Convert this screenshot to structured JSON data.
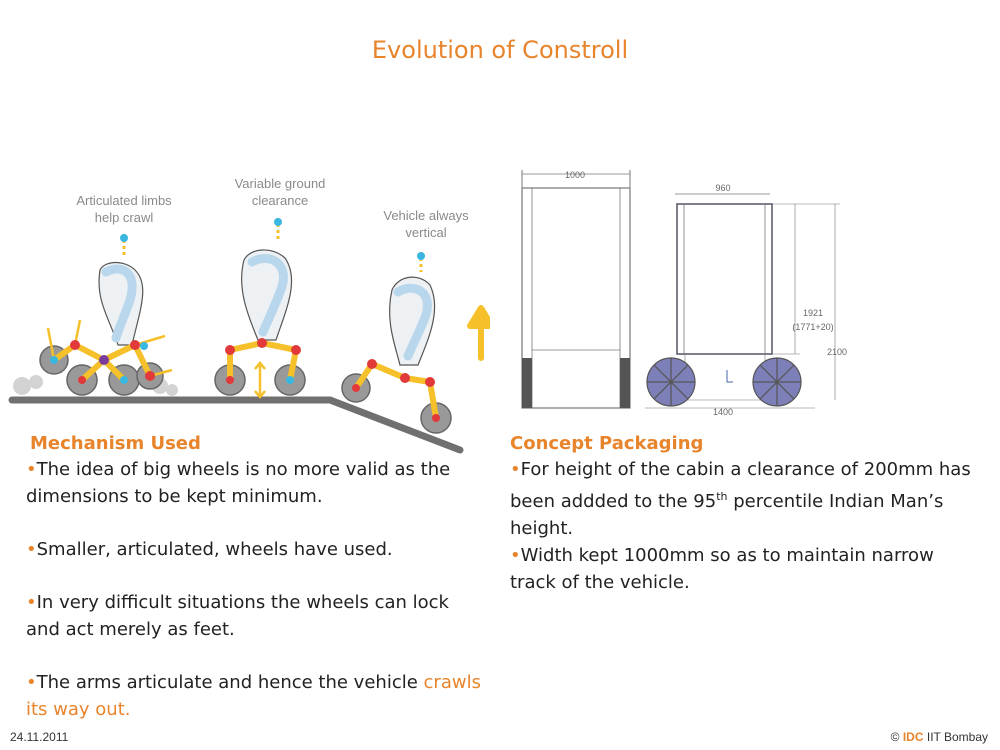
{
  "title": "Evolution of Constroll",
  "illustration": {
    "annotations": [
      {
        "id": "crawl",
        "lines": [
          "Articulated limbs",
          "help crawl"
        ]
      },
      {
        "id": "clearance",
        "lines": [
          "Variable ground",
          "clearance"
        ]
      },
      {
        "id": "vertical",
        "lines": [
          "Vehicle always",
          "vertical"
        ]
      }
    ]
  },
  "drawing": {
    "dimensions": {
      "front_width": "1000",
      "top_width": "960",
      "cabin_height": "1921",
      "cabin_height_detail": "(1771+20)",
      "total_height": "2100",
      "wheel_track": "1400"
    }
  },
  "left_section": {
    "heading": "Mechanism Used",
    "bullet_glyph": "•",
    "bullets": [
      {
        "text": "The idea of big wheels is no more valid as the dimensions to be kept minimum."
      },
      {
        "text": "Smaller, articulated, wheels have used."
      },
      {
        "text": "In very difficult situations the wheels can lock and act merely as feet."
      },
      {
        "text": "The arms articulate and hence the vehicle ",
        "highlight": "crawls its way out."
      }
    ]
  },
  "right_section": {
    "heading": "Concept Packaging",
    "bullet_glyph": "•",
    "bullet1": {
      "before": "For height of the cabin a clearance of 200mm has been addded to the 95",
      "sup": "th",
      "after": " percentile Indian Man’s height."
    },
    "bullet2": {
      "text": "Width kept 1000mm so as to maintain narrow track of the vehicle."
    }
  },
  "footer": {
    "date": "24.11.2011",
    "copyright": "©",
    "brand": "IDC",
    "institute": "IIT Bombay"
  },
  "colors": {
    "accent": "#e8842c",
    "limb": "#f5c02a",
    "joint_red": "#e23a3a",
    "joint_cyan": "#39b7e0",
    "cabin_blue": "#b9d7ec"
  }
}
